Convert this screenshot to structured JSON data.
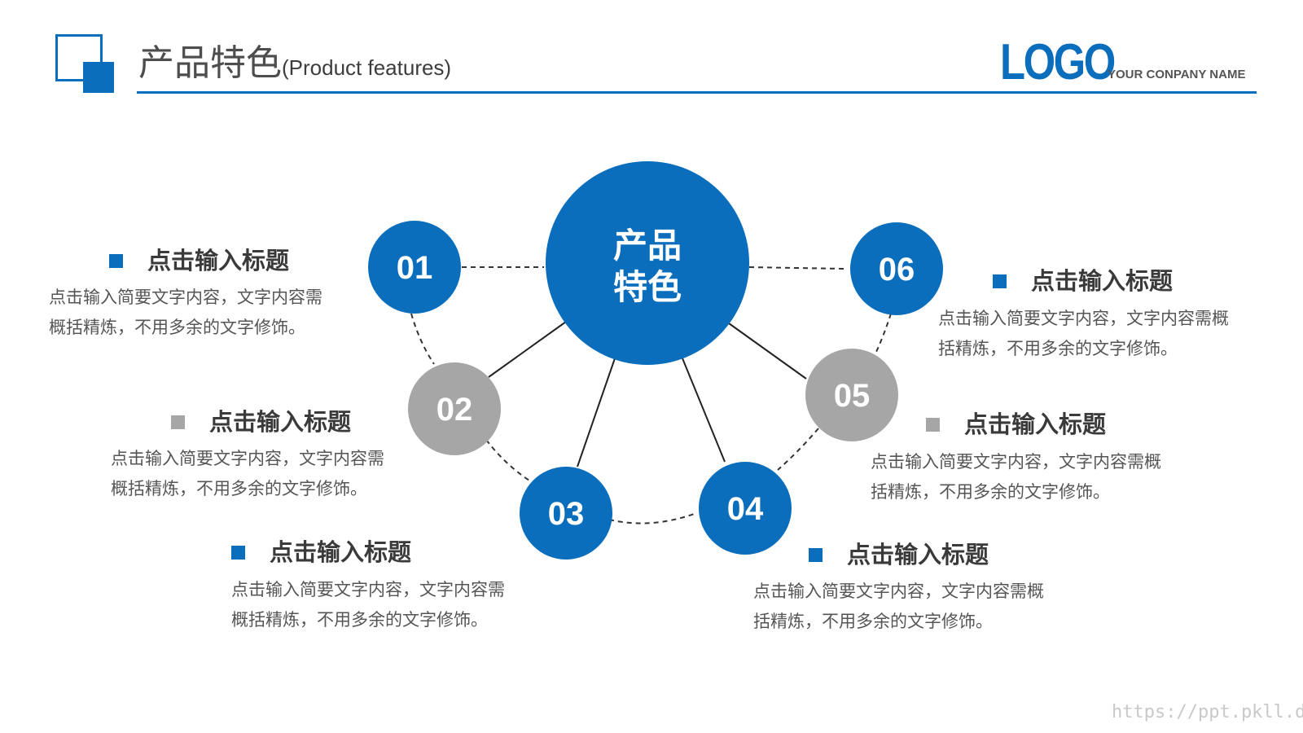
{
  "header": {
    "title": "产品特色",
    "subtitle": "(Product features)",
    "logo": "LOGO",
    "company": "YOUR CONPANY NAME"
  },
  "center": {
    "line1": "产品",
    "line2": "特色"
  },
  "nodes": [
    {
      "label": "01",
      "color": "#0a6ebd"
    },
    {
      "label": "02",
      "color": "#a6a6a6"
    },
    {
      "label": "03",
      "color": "#0a6ebd"
    },
    {
      "label": "04",
      "color": "#0a6ebd"
    },
    {
      "label": "05",
      "color": "#a6a6a6"
    },
    {
      "label": "06",
      "color": "#0a6ebd"
    }
  ],
  "features": [
    {
      "title": "点击输入标题",
      "line1": "点击输入简要文字内容，文字内容需",
      "line2": "概括精炼，不用多余的文字修饰。",
      "bullet": "blue"
    },
    {
      "title": "点击输入标题",
      "line1": "点击输入简要文字内容，文字内容需",
      "line2": "概括精炼，不用多余的文字修饰。",
      "bullet": "gray"
    },
    {
      "title": "点击输入标题",
      "line1": "点击输入简要文字内容，文字内容需",
      "line2": "概括精炼，不用多余的文字修饰。",
      "bullet": "blue"
    },
    {
      "title": "点击输入标题",
      "line1": "点击输入简要文字内容，文字内容需概",
      "line2": "括精炼，不用多余的文字修饰。",
      "bullet": "blue"
    },
    {
      "title": "点击输入标题",
      "line1": "点击输入简要文字内容，文字内容需概",
      "line2": "括精炼，不用多余的文字修饰。",
      "bullet": "gray"
    },
    {
      "title": "点击输入标题",
      "line1": "点击输入简要文字内容，文字内容需概",
      "line2": "括精炼，不用多余的文字修饰。",
      "bullet": "blue"
    }
  ],
  "colors": {
    "accent": "#0a6ebd",
    "gray": "#a6a6a6"
  },
  "watermark": "https://ppt.pkll.de"
}
